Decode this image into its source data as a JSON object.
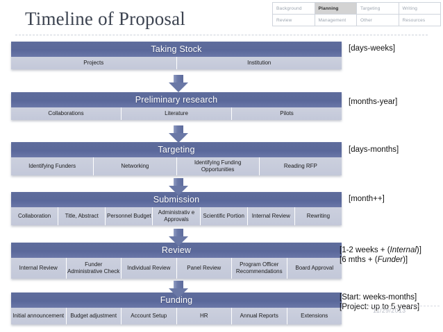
{
  "nav": {
    "rows": [
      [
        {
          "label": "Background",
          "active": false
        },
        {
          "label": "Planning",
          "active": true
        },
        {
          "label": "Targeting",
          "active": false
        },
        {
          "label": "Writing",
          "active": false
        }
      ],
      [
        {
          "label": "Review",
          "active": false
        },
        {
          "label": "Management",
          "active": false
        },
        {
          "label": "Other",
          "active": false
        },
        {
          "label": "Resources",
          "active": false
        }
      ]
    ]
  },
  "title": "Timeline of Proposal",
  "colors": {
    "stage_header": "#5c6a9a",
    "stage_body": "#c9cddc",
    "arrow": "#6a78a6",
    "nav_active_bg": "#d3d3d3",
    "title_text": "#3c4350"
  },
  "stages": [
    {
      "name": "Taking Stock",
      "items": [
        "Projects",
        "Institution"
      ],
      "annotation": "[days-weeks]"
    },
    {
      "name": "Preliminary research",
      "items": [
        "Collaborations",
        "Literature",
        "Pilots"
      ],
      "annotation": "[months-year]"
    },
    {
      "name": "Targeting",
      "items": [
        "Identifying Funders",
        "Networking",
        "Identifying Funding Opportunities",
        "Reading RFP"
      ],
      "annotation": "[days-months]"
    },
    {
      "name": "Submission",
      "items": [
        "Collaboration",
        "Title, Abstract",
        "Personnel Budget",
        "Administrativ e Approvals",
        "Scientific Portion",
        "Internal Review",
        "Rewriting"
      ],
      "annotation": "[month++]"
    },
    {
      "name": "Review",
      "items": [
        "Internal Review",
        "Funder Administrative Check",
        "Individual Review",
        "Panel Review",
        "Program Officer Recommendations",
        "Board Approval"
      ],
      "annotation_line1": "[1-2 weeks + (",
      "annotation_line1_em": "Internal",
      "annotation_line1_end": ")]",
      "annotation_line2": "[6 mths + (",
      "annotation_line2_em": "Funder",
      "annotation_line2_end": ")]"
    },
    {
      "name": "Funding",
      "items": [
        "Initial announcement",
        "Budget adjustment",
        "Account Setup",
        "HR",
        "Annual Reports",
        "Extensions"
      ],
      "annotation_line1": "[Start: weeks-months]",
      "annotation_line2": "[Project: up to 5 years]"
    }
  ],
  "datestamp": "11/29/2013"
}
